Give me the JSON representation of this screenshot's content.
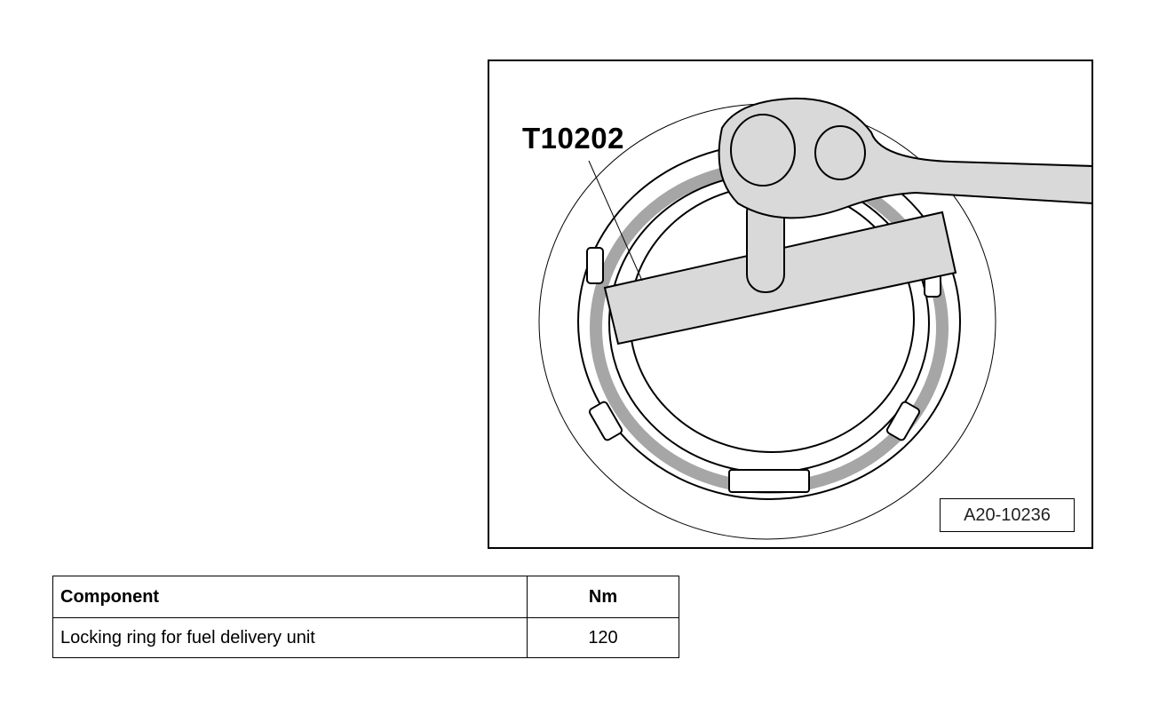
{
  "figure": {
    "tool_label": "T10202",
    "figure_id": "A20-10236",
    "colors": {
      "tool_fill": "#d9d9d9",
      "ring_dark": "#a6a6a6"
    }
  },
  "table": {
    "headers": [
      "Component",
      "Nm"
    ],
    "rows": [
      {
        "component": "Locking ring for fuel delivery unit",
        "nm": "120"
      }
    ]
  }
}
